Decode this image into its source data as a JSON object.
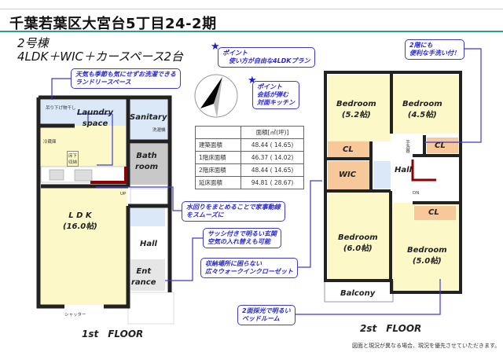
{
  "header": {
    "title": "千葉若葉区大宮台5丁目24-2期",
    "building": "2号棟",
    "layout": "4LDK＋WIC＋カースペース2台"
  },
  "colors": {
    "accent_line": "#2a9d8f",
    "callout": "#3b3bd0",
    "room_yellow": "#fdf8c8",
    "wet_blue": "#dbe8f7",
    "closet_orange": "#f6c89a",
    "bath_gray": "#c8c8c8",
    "wall": "#222222",
    "accent_wall": "#8b0000"
  },
  "callouts": {
    "plan": {
      "line1": "ポイント",
      "line2": "使い方が自由な4LDKプラン"
    },
    "laundry": {
      "line1": "天気も季節も気にせずお洗濯できる",
      "line2": "ランドリースペース"
    },
    "kitchen": {
      "line1": "ポイント",
      "line2": "会話が弾む",
      "line3": "対面キッチン"
    },
    "handwash": {
      "line1": "2階にも",
      "line2": "便利な手洗い付！"
    },
    "water": {
      "line1": "水回りをまとめることで家事動線",
      "line2": "をスムーズに"
    },
    "entrance": {
      "line1": "サッシ付きで明るい玄関",
      "line2": "空気の入れ替えも可能"
    },
    "wic": {
      "line1": "収納場所に困らない",
      "line2": "広々ウォークインクローゼット"
    },
    "bedroom": {
      "line1": "2面採光で明るい",
      "line2": "ベッドルーム"
    }
  },
  "area_table": {
    "header": "面積[㎡(坪)]",
    "rows": [
      {
        "label": "建築面積",
        "value": "48.44 ( 14.65)"
      },
      {
        "label": "1階床面積",
        "value": "46.37 ( 14.02)"
      },
      {
        "label": "2階床面積",
        "value": "48.44 ( 14.65)"
      },
      {
        "label": "延床面積",
        "value": "94.81 ( 28.67)"
      }
    ]
  },
  "floor1": {
    "label": "1st　FLOOR",
    "laundry": "Laundry",
    "laundry2": "space",
    "sanitary": "Sanitary",
    "washer": "洗濯機",
    "hanger": "吊り下げ物干し",
    "fridge": "冷蔵庫",
    "storage": "床下",
    "storage2": "収納",
    "bath": "Bath",
    "bath2": "room",
    "up": "UP",
    "ldk": "L D K",
    "ldk_size": "(16.0帖)",
    "hall": "Hall",
    "ent": "Ent",
    "ent2": "rance",
    "shutter": "シャッター"
  },
  "floor2": {
    "label": "2st　FLOOR",
    "bed1": "Bedroom",
    "bed1_size": "(5.2帖)",
    "bed2": "Bedroom",
    "bed2_size": "(4.5帖)",
    "cl": "CL",
    "wic": "WIC",
    "hall": "Hall",
    "handwash": "手洗器",
    "dn": "DN",
    "bed3": "Bedroom",
    "bed3_size": "(6.0帖)",
    "bed4": "Bedroom",
    "bed4_size": "(5.0帖)",
    "balcony": "Balcony"
  },
  "footer": {
    "note": "図面と現況が異なる場合、現況を優先させていただきます。"
  }
}
